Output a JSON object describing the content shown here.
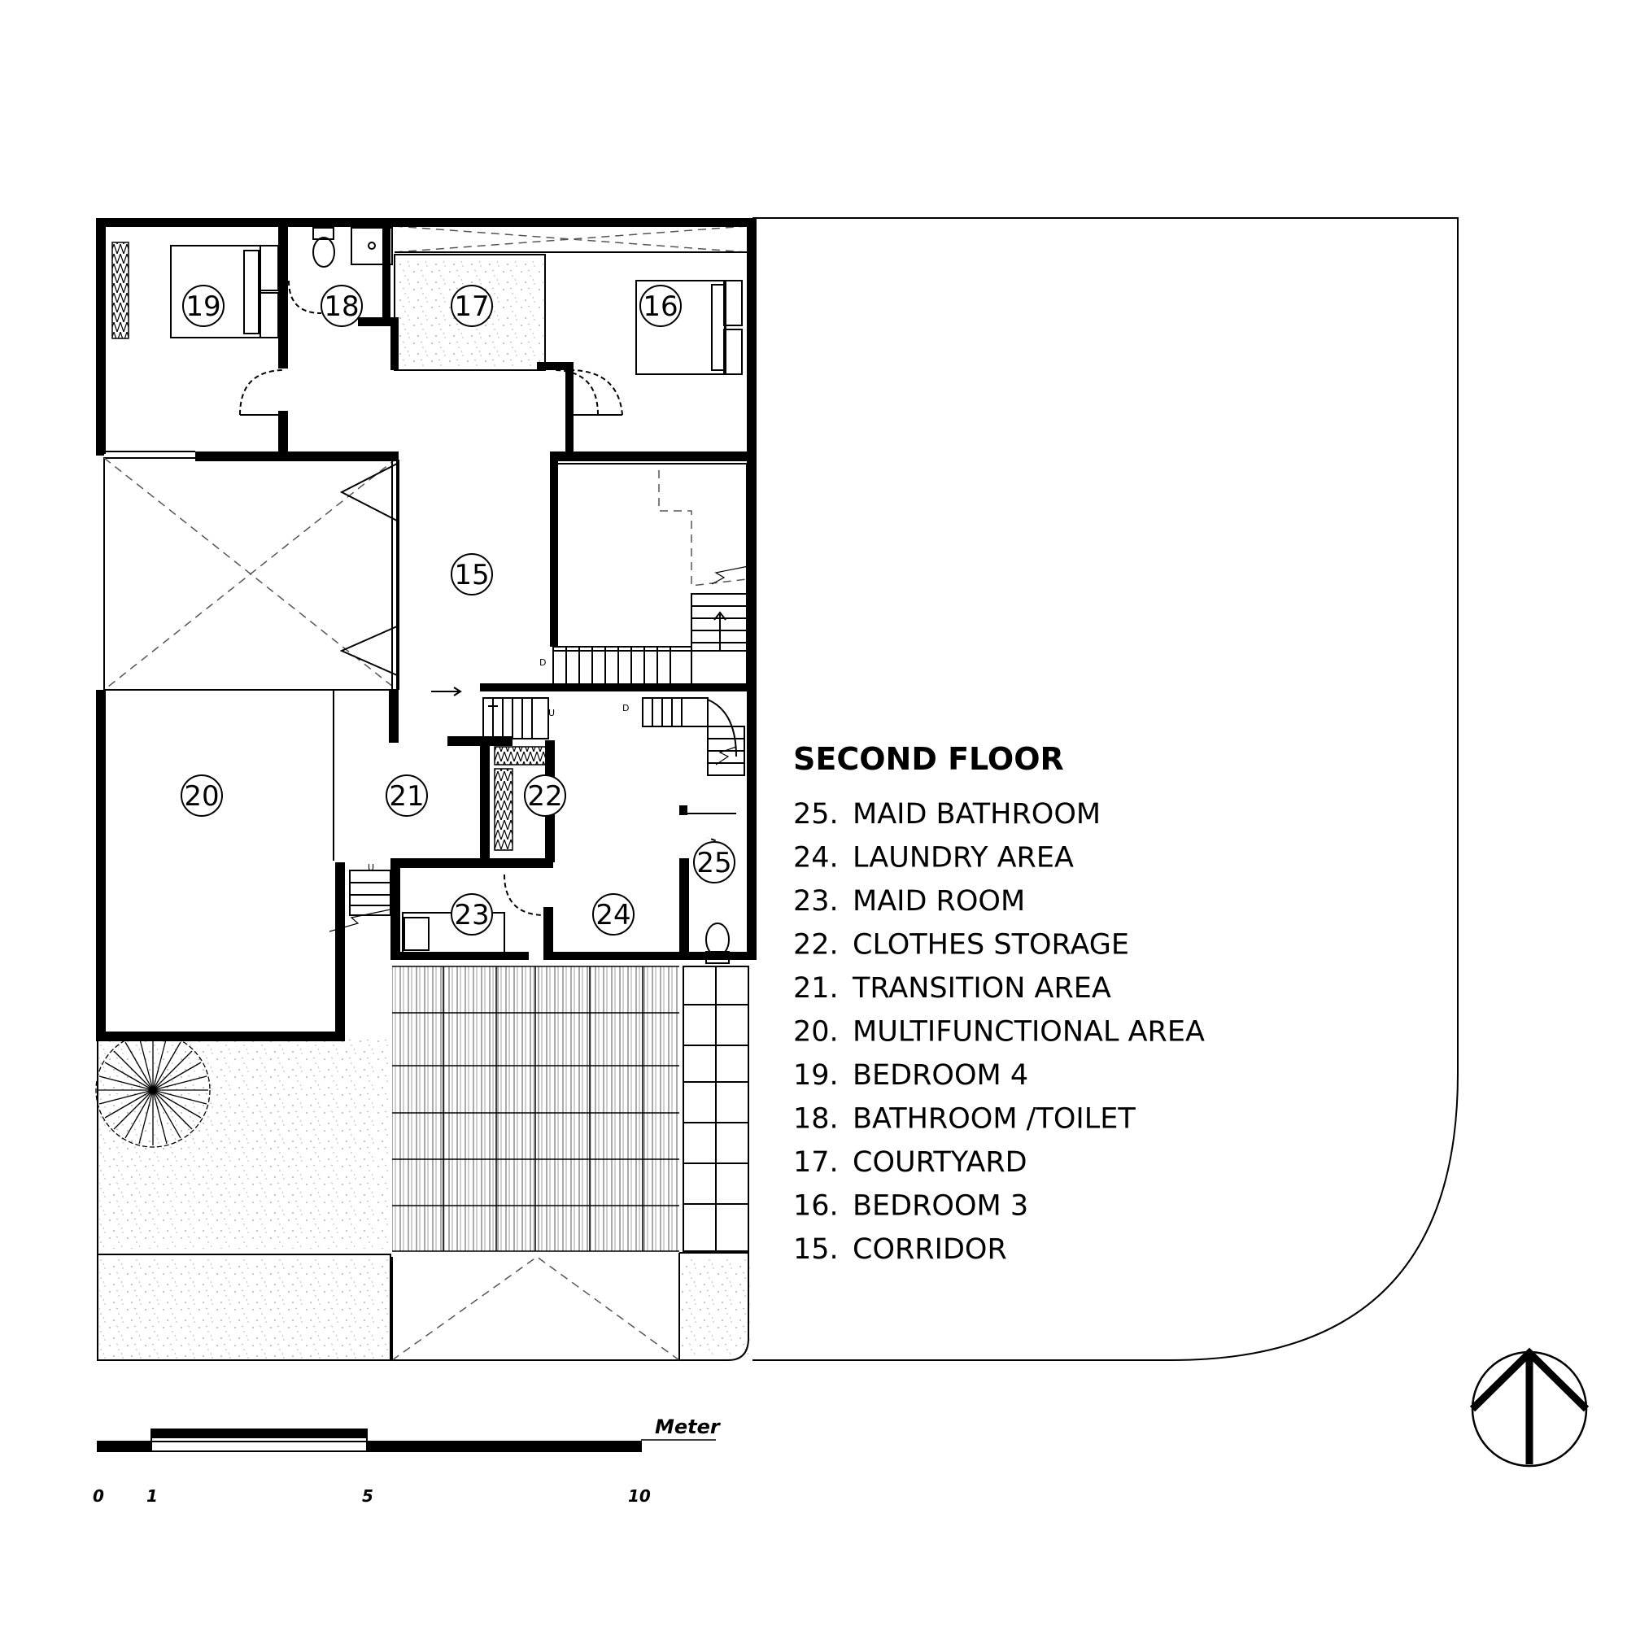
{
  "rooms": [
    {
      "id": "15",
      "label": "15"
    },
    {
      "id": "16",
      "label": "16"
    },
    {
      "id": "17",
      "label": "17"
    },
    {
      "id": "18",
      "label": "18"
    },
    {
      "id": "19",
      "label": "19"
    },
    {
      "id": "20",
      "label": "20"
    },
    {
      "id": "21",
      "label": "21"
    },
    {
      "id": "22",
      "label": "22"
    },
    {
      "id": "23",
      "label": "23"
    },
    {
      "id": "24",
      "label": "24"
    },
    {
      "id": "25",
      "label": "25"
    }
  ],
  "legend": {
    "title": "SECOND FLOOR",
    "items": [
      {
        "num": "25.",
        "name": "MAID BATHROOM"
      },
      {
        "num": "24.",
        "name": "LAUNDRY AREA"
      },
      {
        "num": "23.",
        "name": "MAID ROOM"
      },
      {
        "num": "22.",
        "name": "CLOTHES STORAGE"
      },
      {
        "num": "21.",
        "name": "TRANSITION AREA"
      },
      {
        "num": "20.",
        "name": "MULTIFUNCTIONAL AREA"
      },
      {
        "num": "19.",
        "name": "BEDROOM 4"
      },
      {
        "num": "18.",
        "name": "BATHROOM /TOILET"
      },
      {
        "num": "17.",
        "name": "COURTYARD"
      },
      {
        "num": "16.",
        "name": "BEDROOM 3"
      },
      {
        "num": "15.",
        "name": "CORRIDOR"
      }
    ]
  },
  "scale_bar": {
    "unit": "Meter",
    "ticks": [
      "0",
      "1",
      "5",
      "10"
    ]
  },
  "stair_marks": [
    "D",
    "U"
  ],
  "north_arrow_icon": "north-arrow-icon"
}
